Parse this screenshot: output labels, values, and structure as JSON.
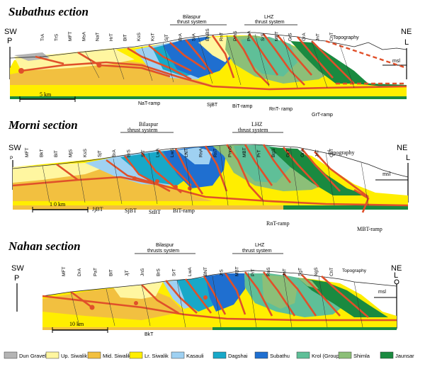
{
  "sections": [
    {
      "title": "Subathus ection",
      "sw": "SW",
      "ne": "NE",
      "sw_mark": "P",
      "ne_mark": "L",
      "system_left": [
        "Bilaspur",
        "thrust system"
      ],
      "system_right": [
        "LHZ",
        "thrust system"
      ],
      "topography": "Topography",
      "msl": "msl",
      "scale": "5 km",
      "top_labels": [
        "TrA",
        "TrS",
        "MFT",
        "MsA",
        "NaT",
        "HrT",
        "BiT",
        "KsS",
        "KsT",
        "SjT",
        "BrA",
        "SrA",
        "ENBS",
        "RnT",
        "PrnS",
        "PrnA",
        "SrS",
        "MBT",
        "GrS",
        "GrA",
        "JnT",
        "ChT"
      ],
      "ramps": [
        "NaT-ramp",
        "SjBT",
        "BiT-ramp",
        "RnT- ramp",
        "GrT-ramp"
      ]
    },
    {
      "title": "Morni section",
      "sw": "SW",
      "ne": "NE",
      "sw_mark": "P",
      "ne_mark": "L",
      "system_left": [
        "Bilaspur",
        "thrust system"
      ],
      "system_right": [
        "LHZ",
        "thrust system"
      ],
      "topography": "Topography",
      "msl": "msl",
      "scale": "1 0 km",
      "top_labels": [
        "MFT",
        "BkT",
        "BiT",
        "MjS",
        "KsS",
        "SjT",
        "BrA",
        "BrS",
        "SrT",
        "LwA",
        "LwS",
        "LNT",
        "RnA",
        "RnT",
        "PnnS",
        "MBT",
        "PrT",
        "BgS",
        "GrT",
        "GrA",
        "JnT",
        "ChT"
      ],
      "ramps": [
        "JjBT",
        "SjBT",
        "StBT",
        "BiT-ramp",
        "RnT-ramp",
        "MBT-ramp"
      ]
    },
    {
      "title": "Nahan section",
      "sw": "SW",
      "ne": "NE",
      "sw_mark": "P",
      "ne_mark": "L",
      "system_left": [
        "Bilaspur",
        "thrusts system"
      ],
      "system_right": [
        "LHZ",
        "thrust system"
      ],
      "topography": "Topography",
      "msl": "msl",
      "scale": "10 km",
      "top_labels": [
        "MFT",
        "DrA",
        "PaT",
        "BiT",
        "JjT",
        "JnS",
        "BrS",
        "SrT",
        "LwA",
        "BNT",
        "JrS",
        "MBT",
        "PrT",
        "RnS",
        "JnT",
        "SgT",
        "NgS",
        "ChT"
      ],
      "ramps": [
        "BkT"
      ]
    }
  ],
  "legend": [
    {
      "label": "Dun Gravels",
      "color": "#b4b4b4"
    },
    {
      "label": "Up. Siwalik",
      "color": "#fff6a0"
    },
    {
      "label": "Mid. Siwalik",
      "color": "#f2c040"
    },
    {
      "label": "Lr. Siwalik",
      "color": "#ffee00"
    },
    {
      "label": "Kasauli",
      "color": "#9fd1f2"
    },
    {
      "label": "Dagshai",
      "color": "#18a8c8"
    },
    {
      "label": "Subathu",
      "color": "#1f6fd0"
    },
    {
      "label": "Krol (Group)",
      "color": "#5fbf98"
    },
    {
      "label": "Shimla",
      "color": "#8cbf78"
    },
    {
      "label": "Jaunsar",
      "color": "#1a8a40"
    }
  ],
  "colors": {
    "thrust": "#e0502a"
  }
}
